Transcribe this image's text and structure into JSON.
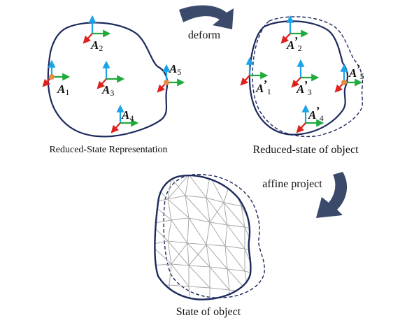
{
  "captions": {
    "top_left": "Reduced-State Representation",
    "top_right": "Reduced-state of object",
    "bottom": "State of object"
  },
  "arrows": {
    "deform": "deform",
    "affine": "affine project"
  },
  "anchors_left": [
    {
      "letter": "A",
      "sub": "1"
    },
    {
      "letter": "A",
      "sub": "2"
    },
    {
      "letter": "A",
      "sub": "3"
    },
    {
      "letter": "A",
      "sub": "4"
    },
    {
      "letter": "A",
      "sub": "5"
    }
  ],
  "anchors_right": [
    {
      "letter": "A",
      "prime": "’",
      "sub": "1"
    },
    {
      "letter": "A",
      "prime": "’",
      "sub": "2"
    },
    {
      "letter": "A",
      "prime": "’",
      "sub": "3"
    },
    {
      "letter": "A",
      "prime": "’",
      "sub": "4"
    },
    {
      "letter": "A",
      "prime": "’",
      "sub": "5"
    }
  ],
  "colors": {
    "outline": "#1c2a5c",
    "arrow_fill": "#3b4a6b",
    "axis_up": "#1aa3e8",
    "axis_right": "#1faa3c",
    "axis_diag": "#e0201c",
    "anchor_dot": "#e8894a",
    "mesh": "#aaaaaa"
  }
}
